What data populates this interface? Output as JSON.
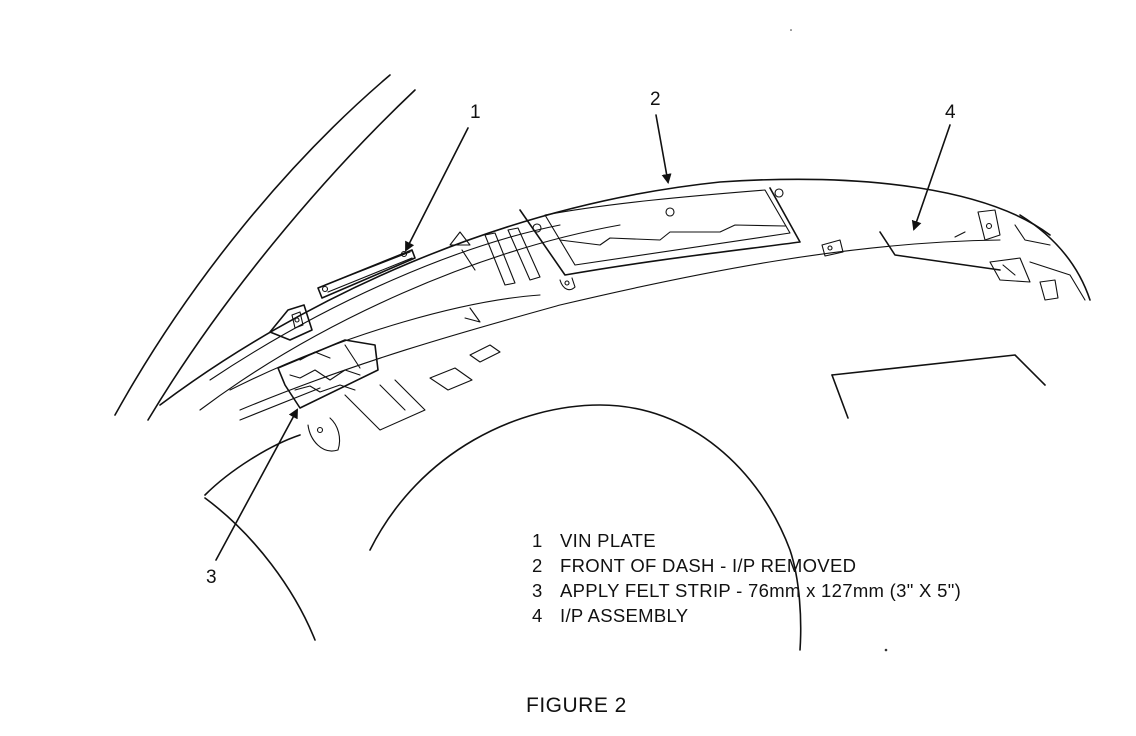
{
  "callouts": [
    {
      "num": "1"
    },
    {
      "num": "2"
    },
    {
      "num": "3"
    },
    {
      "num": "4"
    }
  ],
  "legend": [
    {
      "num": "1",
      "text": "VIN PLATE"
    },
    {
      "num": "2",
      "text": "FRONT OF DASH - I/P REMOVED"
    },
    {
      "num": "3",
      "text": "APPLY FELT STRIP - 76mm x 127mm (3\" X 5\")"
    },
    {
      "num": "4",
      "text": "I/P ASSEMBLY"
    }
  ],
  "caption": "FIGURE 2"
}
